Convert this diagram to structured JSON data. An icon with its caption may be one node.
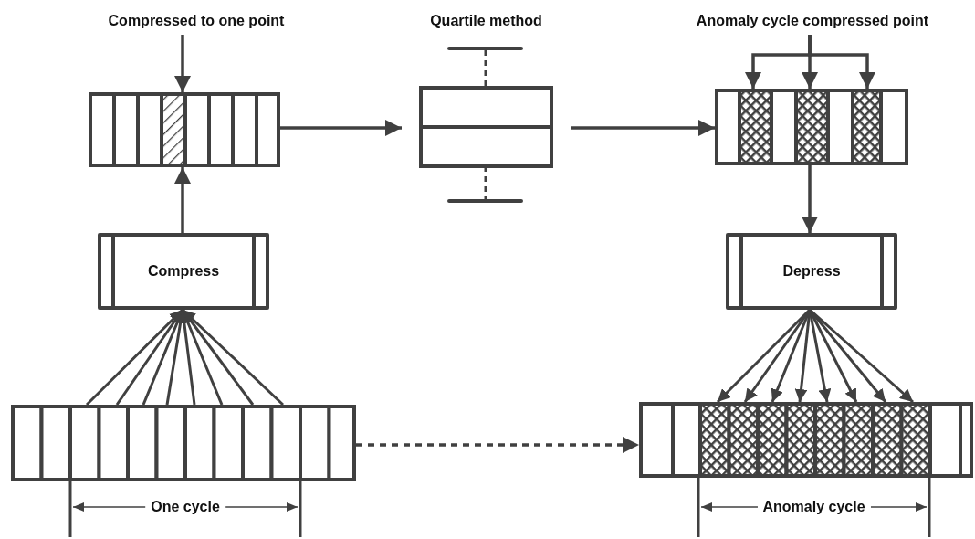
{
  "diagram": {
    "nodes": [
      {
        "text": [
          "Compressed to one point"
        ]
      },
      {
        "text": [],
        "shape": "bar"
      },
      {
        "text": [
          "Quartile method"
        ]
      },
      {
        "text": [
          "Anomaly cycle compressed point"
        ]
      },
      {
        "text": [],
        "shape": "bar"
      },
      {
        "text": [
          "Compress"
        ]
      },
      {
        "text": [
          "Depress"
        ]
      },
      {
        "text": [],
        "shape": "bar"
      },
      {
        "text": [],
        "shape": "bar"
      }
    ],
    "edges": [
      {
        "from": 0,
        "to": 1,
        "arrow": "to"
      },
      {
        "from": 1,
        "to": 2,
        "arrow": "to"
      },
      {
        "from": 2,
        "to": 4,
        "arrow": "to"
      },
      {
        "from": 3,
        "to": 4,
        "arrow": "to"
      },
      {
        "from": 3,
        "to": 4,
        "arrow": "to"
      },
      {
        "from": 3,
        "to": 4,
        "arrow": "to"
      },
      {
        "from": 5,
        "to": 1,
        "arrow": "to"
      },
      {
        "from": 7,
        "to": 5,
        "arrow": "to"
      },
      {
        "from": 7,
        "to": 5,
        "arrow": "to"
      },
      {
        "from": 7,
        "to": 5,
        "arrow": "to"
      },
      {
        "from": 7,
        "to": 5,
        "arrow": "to"
      },
      {
        "from": 7,
        "to": 5,
        "arrow": "to"
      },
      {
        "from": 7,
        "to": 5,
        "arrow": "to"
      },
      {
        "from": 7,
        "to": 5,
        "arrow": "to"
      },
      {
        "from": 7,
        "to": 5,
        "arrow": "to"
      },
      {
        "from": 4,
        "to": 6,
        "arrow": "to"
      },
      {
        "from": 6,
        "to": 8,
        "arrow": "to"
      },
      {
        "from": 6,
        "to": 8,
        "arrow": "to"
      },
      {
        "from": 6,
        "to": 8,
        "arrow": "to"
      },
      {
        "from": 6,
        "to": 8,
        "arrow": "to"
      },
      {
        "from": 6,
        "to": 8,
        "arrow": "to"
      },
      {
        "from": 6,
        "to": 8,
        "arrow": "to"
      },
      {
        "from": 6,
        "to": 8,
        "arrow": "to"
      },
      {
        "from": 6,
        "to": 8,
        "arrow": "to"
      },
      {
        "from": 7,
        "to": 8,
        "arrow": "to",
        "style": "dashed"
      }
    ],
    "labels": [
      "One cycle",
      "Anomaly cycle"
    ]
  }
}
